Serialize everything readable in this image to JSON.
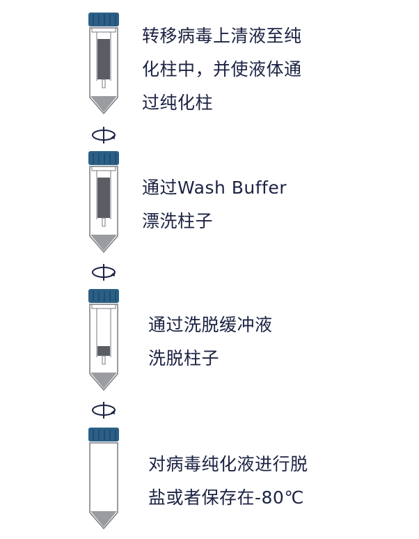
{
  "steps": [
    {
      "lines": [
        "转移病毒上清液至纯",
        "化柱中，并使液体通",
        "过纯化柱"
      ]
    },
    {
      "lines": [
        "通过Wash Buffer",
        "漂洗柱子"
      ]
    },
    {
      "lines": [
        "通过洗脱缓冲液",
        "洗脱柱子"
      ]
    },
    {
      "lines": [
        "对病毒纯化液进行脱",
        "盐或者保存在-80℃"
      ]
    }
  ],
  "icons": {
    "tube": "centrifuge-tube-icon",
    "spin": "centrifuge-spin-icon"
  },
  "colors": {
    "cap": "#2b5f86",
    "cap_ridges": "#1d4668",
    "text": "#1b2242",
    "column": "#5a5d63",
    "tip": "#9a9ca0"
  }
}
